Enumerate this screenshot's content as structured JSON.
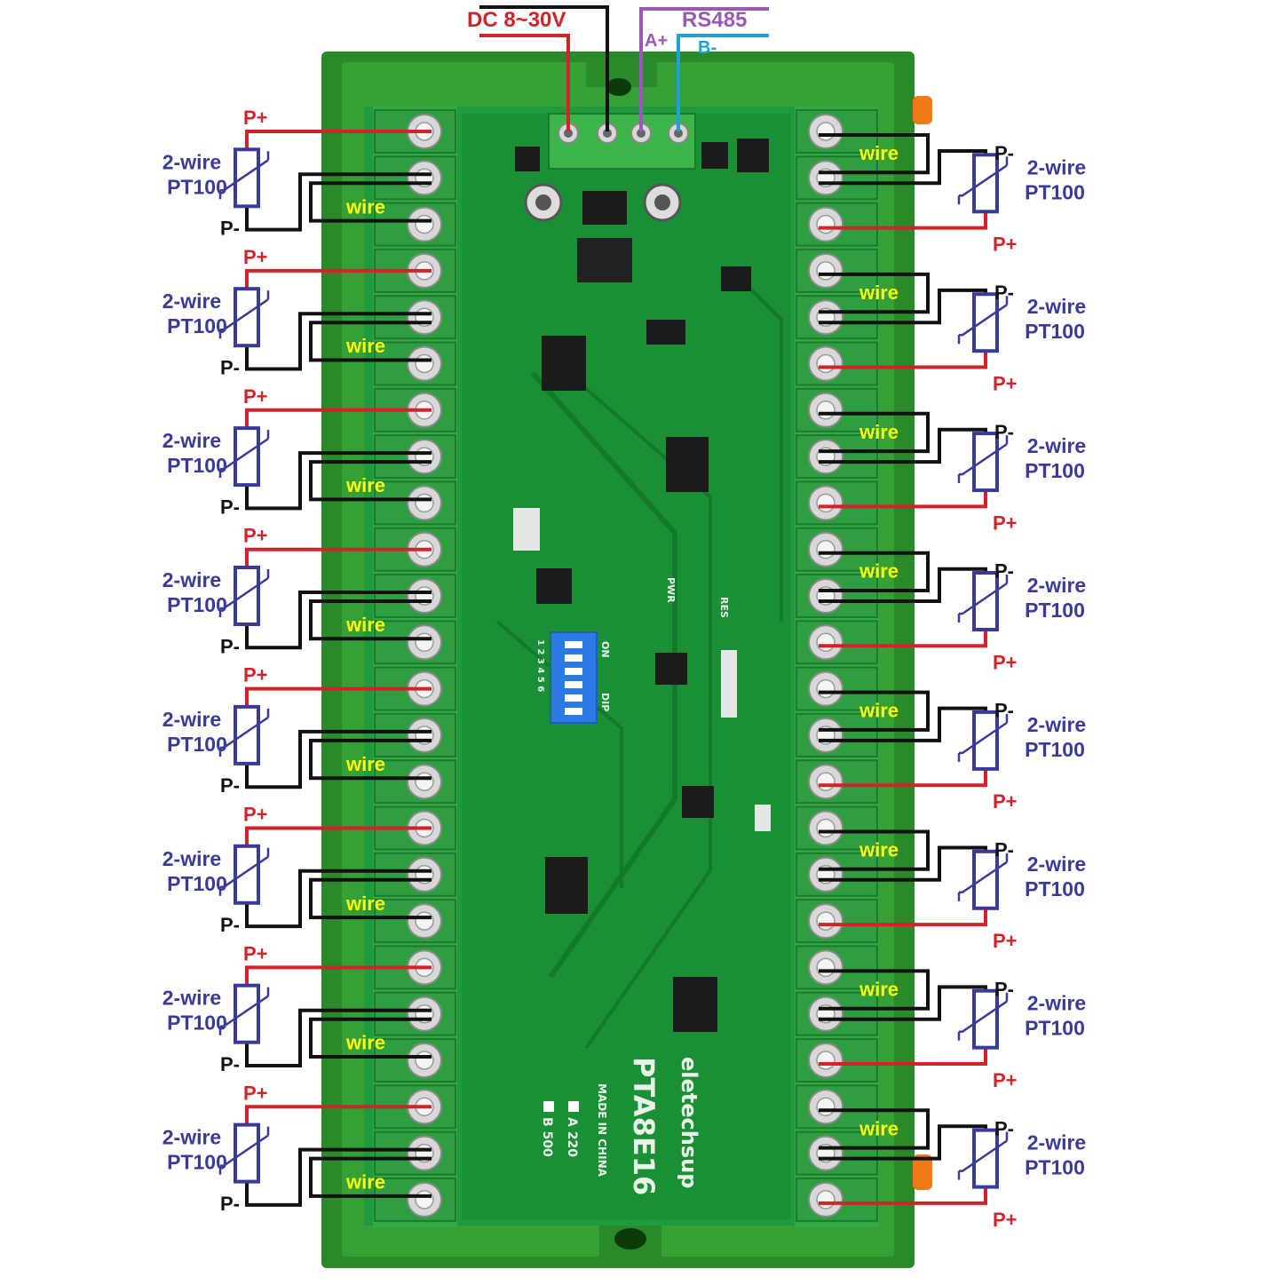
{
  "colors": {
    "pcb": "#1f9a3c",
    "pcb_dark": "#137a2c",
    "enclosure": "#2e8f2e",
    "terminal_block": "#33a845",
    "wire_red": "#d2232a",
    "wire_black": "#111111",
    "rs485_purple": "#9b59b6",
    "b_minus_blue": "#1ea0d8",
    "sensor_blue": "#3a3a9a",
    "wire_label_yellow": "#ffff00",
    "clip_orange": "#f07a1a"
  },
  "power": {
    "label": "DC 8~30V"
  },
  "rs485": {
    "label": "RS485",
    "a_label": "A+",
    "b_label": "B-"
  },
  "board": {
    "brand": "eletechsup",
    "model": "PTA8E16",
    "origin": "MADE IN CHINA",
    "baud_a": "A  220",
    "baud_b": "B  500",
    "dip_on": "ON",
    "dip_dip": "DIP",
    "dip_numbers": "1 2 3 4 5 6",
    "led_pwr": "PWR",
    "led_res": "RES"
  },
  "sensor": {
    "type_line1": "2-wire",
    "type_line2": "PT100",
    "p_plus": "P+",
    "p_minus": "P-",
    "wire_label": "wire"
  },
  "left_channels": [
    "ch1",
    "ch2",
    "ch3",
    "ch4",
    "ch5",
    "ch6",
    "ch7",
    "ch8"
  ],
  "right_channels": [
    "ch9",
    "ch10",
    "ch11",
    "ch12",
    "ch13",
    "ch14",
    "ch15",
    "ch16"
  ]
}
